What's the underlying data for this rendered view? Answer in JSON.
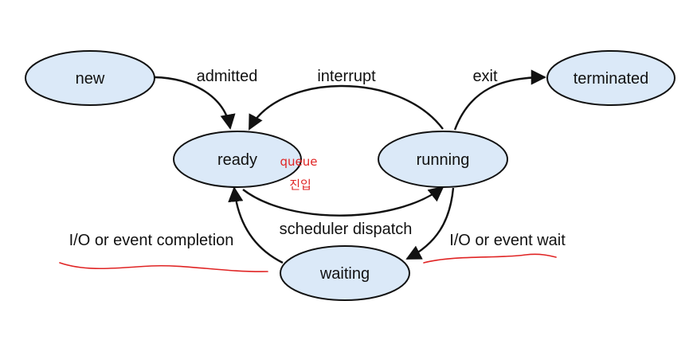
{
  "diagram": {
    "states": {
      "new": "new",
      "ready": "ready",
      "running": "running",
      "waiting": "waiting",
      "terminated": "terminated"
    },
    "transitions": {
      "admitted": "admitted",
      "interrupt": "interrupt",
      "exit": "exit",
      "scheduler_dispatch": "scheduler dispatch",
      "io_completion": "I/O or event completion",
      "io_wait": "I/O or event wait"
    },
    "annotations": {
      "handwritten_top": "queue",
      "handwritten_bottom": "진입"
    },
    "colors": {
      "state_fill": "#dbe9f8",
      "stroke": "#111111",
      "annotation": "#e02424"
    }
  }
}
